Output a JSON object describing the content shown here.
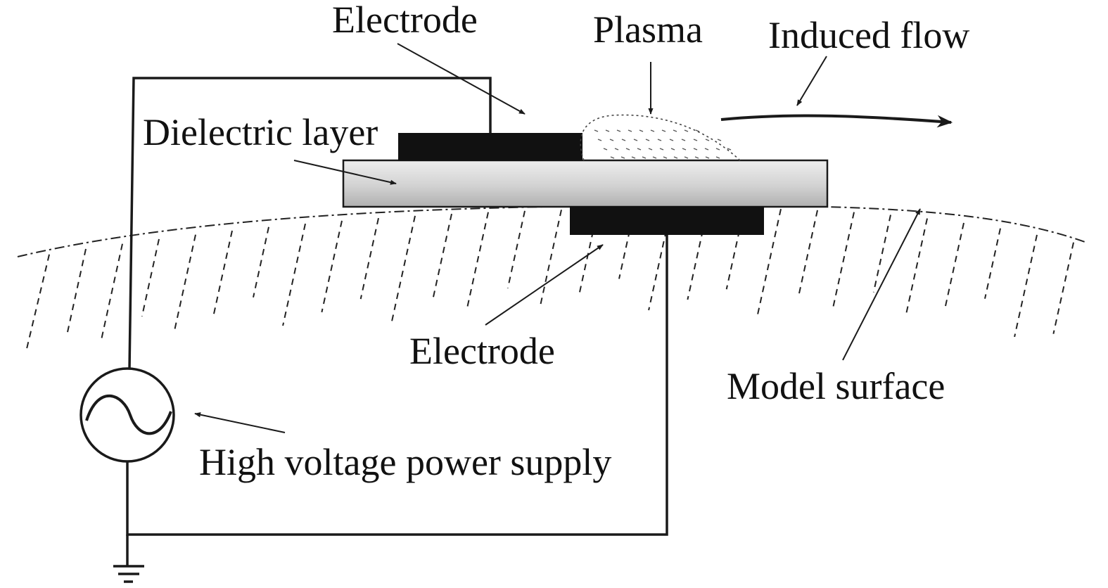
{
  "labels": {
    "electrode_top": "Electrode",
    "plasma": "Plasma",
    "induced_flow": "Induced flow",
    "dielectric_layer": "Dielectric layer",
    "electrode_bottom": "Electrode",
    "model_surface": "Model surface",
    "power_supply": "High voltage power supply"
  },
  "colors": {
    "electrode": "#111111",
    "dielectric_light": "#e6e6e6",
    "dielectric_dark": "#b4b4b4",
    "line": "#1a1a1a"
  },
  "icons": {
    "ac_source": "ac-source-icon",
    "ground": "ground-icon"
  }
}
